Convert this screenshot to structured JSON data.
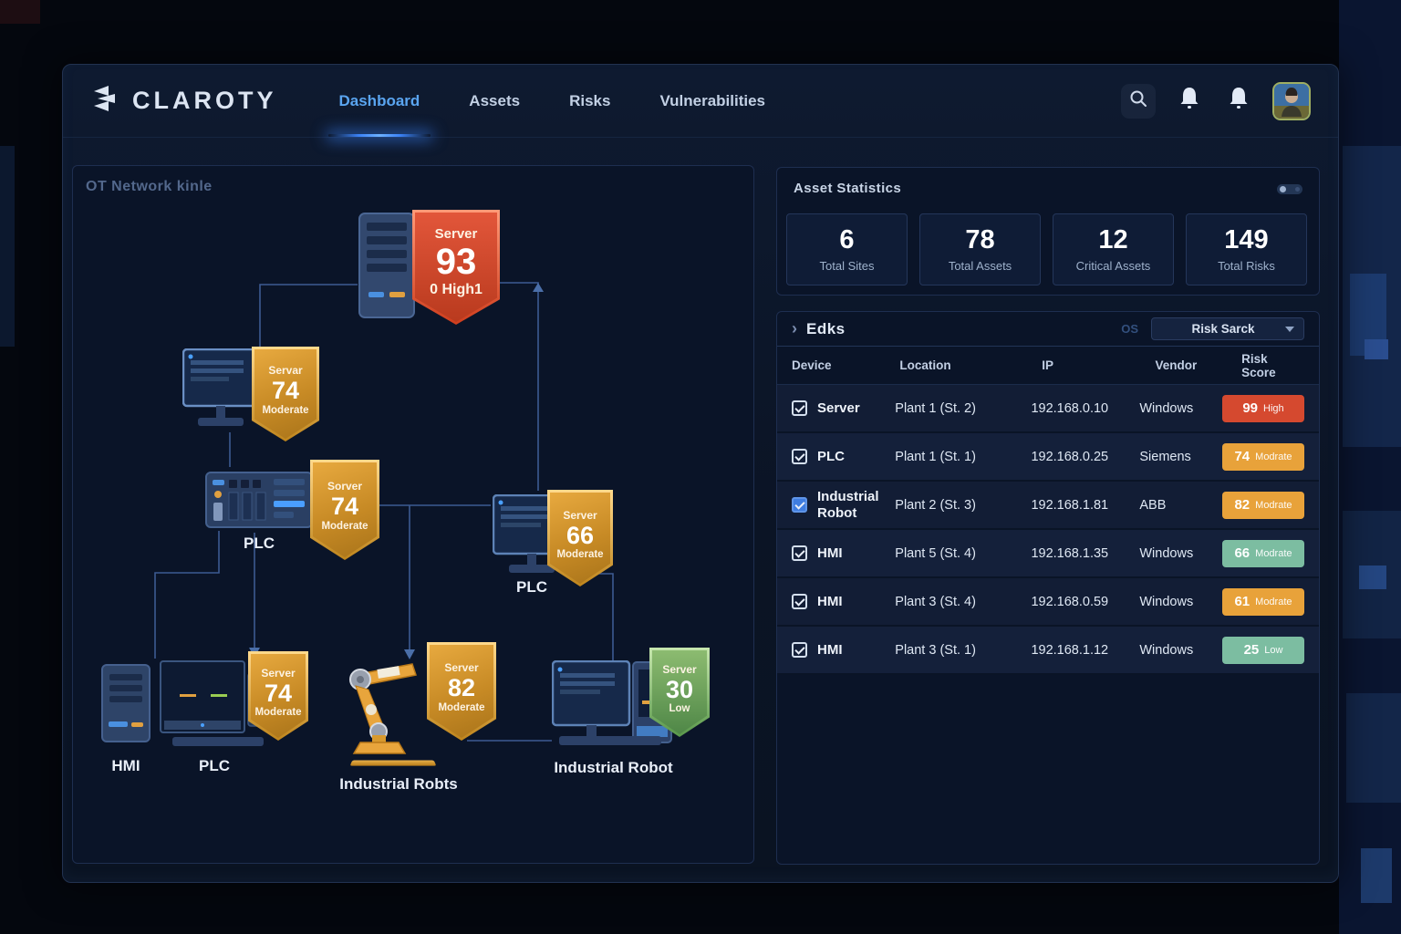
{
  "colors": {
    "accent": "#4da3ff",
    "risk_high": "#d5492f",
    "risk_moderate": "#e8a23a",
    "risk_low_teal": "#7cbda1",
    "badge_low_green": "#6fae58"
  },
  "nav": {
    "logo_text": "CLAROTY",
    "tabs": [
      {
        "label": "Dashboard",
        "active": true
      },
      {
        "label": "Assets",
        "active": false
      },
      {
        "label": "Risks",
        "active": false
      },
      {
        "label": "Vulnerabilities",
        "active": false
      }
    ]
  },
  "diagram": {
    "title": "OT Network kinle",
    "nodes": [
      {
        "id": "server-top",
        "badge": {
          "top": "Server",
          "score": "93",
          "sub": "0 High1"
        }
      },
      {
        "id": "hmi-upper",
        "badge": {
          "top": "Servar",
          "score": "74",
          "sub": "Moderate"
        }
      },
      {
        "id": "plc-rack",
        "label": "PLC",
        "badge": {
          "top": "Sorver",
          "score": "74",
          "sub": "Moderate"
        }
      },
      {
        "id": "plc-right",
        "label": "PLC",
        "badge": {
          "top": "Server",
          "score": "66",
          "sub": "Moderate"
        }
      },
      {
        "id": "hmi-tower",
        "label": "HMI"
      },
      {
        "id": "plc-bottom",
        "label": "PLC",
        "badge": {
          "top": "Server",
          "score": "74",
          "sub": "Moderate"
        }
      },
      {
        "id": "robot-arm",
        "label": "Industrial Robts",
        "badge": {
          "top": "Server",
          "score": "82",
          "sub": "Moderate"
        }
      },
      {
        "id": "robot-right",
        "label": "Industrial Robot",
        "badge": {
          "top": "Server",
          "score": "30",
          "sub": "Low"
        }
      }
    ]
  },
  "stats": {
    "title": "Asset Statistics",
    "cards": [
      {
        "value": "6",
        "label": "Total Sites"
      },
      {
        "value": "78",
        "label": "Total Assets"
      },
      {
        "value": "12",
        "label": "Critical Assets"
      },
      {
        "value": "149",
        "label": "Total Risks"
      }
    ]
  },
  "risks": {
    "chevron": "›",
    "title": "Edks",
    "os_label": "OS",
    "sort_label": "Risk Sarck",
    "columns": [
      "Device",
      "Location",
      "IP",
      "Vendor",
      "Risk Score"
    ],
    "rows": [
      {
        "device": "Server",
        "location": "Plant 1 (St. 2)",
        "ip": "192.168.0.10",
        "vendor": "Windows",
        "score": "99",
        "severity": "High"
      },
      {
        "device": "PLC",
        "location": "Plant 1 (St. 1)",
        "ip": "192.168.0.25",
        "vendor": "Siemens",
        "score": "74",
        "severity": "Modrate"
      },
      {
        "device": "Industrial Robot",
        "location": "Plant 2 (St. 3)",
        "ip": "192.168.1.81",
        "vendor": "ABB",
        "score": "82",
        "severity": "Modrate"
      },
      {
        "device": "HMI",
        "location": "Plant 5 (St. 4)",
        "ip": "192.168.1.35",
        "vendor": "Windows",
        "score": "66",
        "severity": "Modrate"
      },
      {
        "device": "HMI",
        "location": "Plant 3 (St. 4)",
        "ip": "192.168.0.59",
        "vendor": "Windows",
        "score": "61",
        "severity": "Modrate"
      },
      {
        "device": "HMI",
        "location": "Plant 3 (St. 1)",
        "ip": "192.168.1.12",
        "vendor": "Windows",
        "score": "25",
        "severity": "Low"
      }
    ]
  }
}
